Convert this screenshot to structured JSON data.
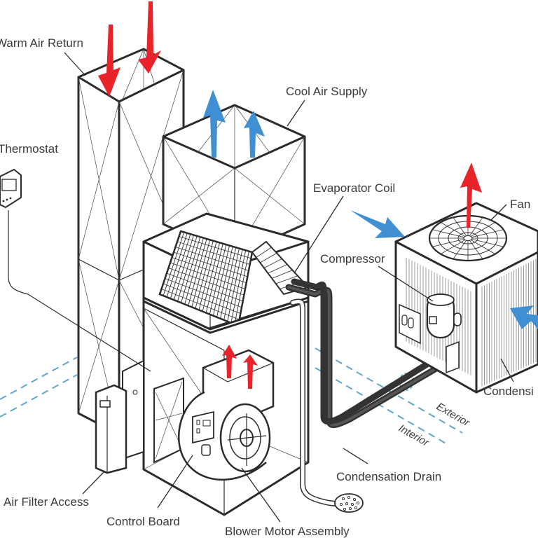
{
  "title": "Split-system air conditioner components",
  "colors": {
    "warm_air": "#e8232a",
    "cool_air": "#3f8fd2",
    "boundary": "#5fa6cf",
    "line": "#2b2b2b",
    "text": "#3a3a3a"
  },
  "labels": {
    "warm_air_return": "Warm Air Return",
    "thermostat": "Thermostat",
    "cool_air_supply": "Cool Air Supply",
    "evaporator_coil": "Evaporator Coil",
    "fan": "Fan",
    "compressor": "Compressor",
    "condenser": "Condensi",
    "exterior": "Exterior",
    "interior": "Interior",
    "condensation_drain": "Condensation Drain",
    "air_filter_access": "Air Filter Access",
    "control_board": "Control Board",
    "blower_motor_assembly": "Blower Motor Assembly"
  },
  "arrows": [
    {
      "name": "warm-air-return-arrow-1",
      "type": "warm",
      "direction": "down"
    },
    {
      "name": "warm-air-return-arrow-2",
      "type": "warm",
      "direction": "down"
    },
    {
      "name": "cool-air-supply-arrow-1",
      "type": "cool",
      "direction": "up"
    },
    {
      "name": "cool-air-supply-arrow-2",
      "type": "cool",
      "direction": "up"
    },
    {
      "name": "blower-output-arrow-1",
      "type": "warm",
      "direction": "up"
    },
    {
      "name": "blower-output-arrow-2",
      "type": "warm",
      "direction": "up"
    },
    {
      "name": "fan-exhaust-arrow",
      "type": "warm",
      "direction": "up"
    },
    {
      "name": "condenser-intake-arrow-1",
      "type": "cool",
      "direction": "in"
    },
    {
      "name": "condenser-intake-arrow-2",
      "type": "cool",
      "direction": "in"
    }
  ]
}
